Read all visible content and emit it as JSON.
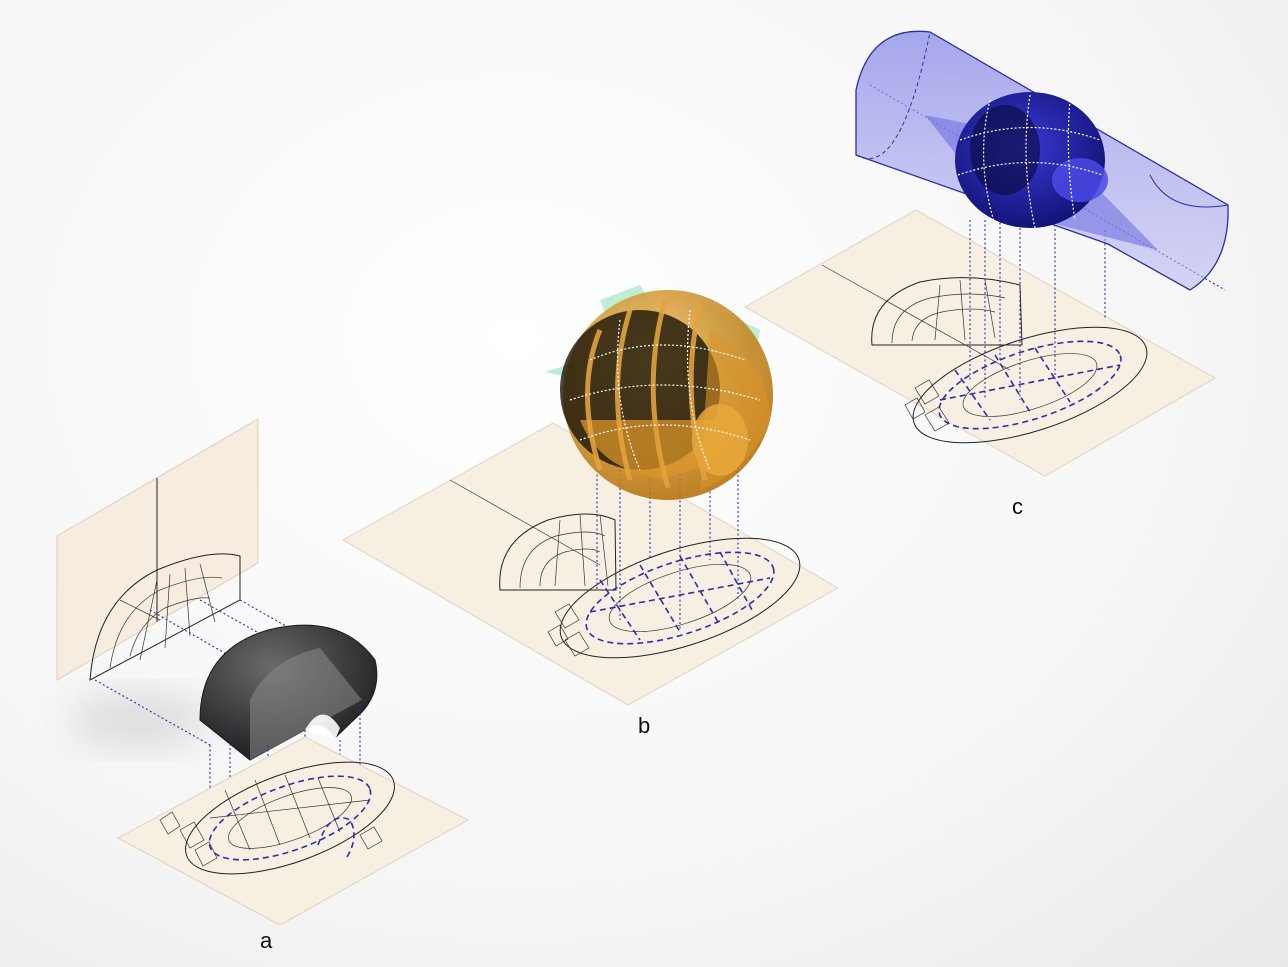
{
  "panels": [
    {
      "label": "a"
    },
    {
      "label": "b"
    },
    {
      "label": "c"
    }
  ],
  "colors": {
    "sheet": "#f8efe3",
    "projection": "#2b2fa8",
    "dome_dark": "#3a3a3a",
    "sphere_orange": "#e0a030",
    "sphere_green": "#7fe0b0",
    "cylinder_blue": "#6a6ae0"
  }
}
